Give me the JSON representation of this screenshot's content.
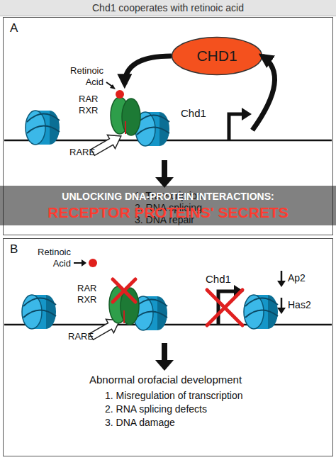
{
  "diagram": {
    "title": "Chd1 cooperates with retinoic acid",
    "nodes": [
      {
        "text": [
          "A"
        ]
      },
      {
        "text": [
          "CHD1"
        ],
        "in": 0
      },
      {
        "text": [
          "RAR",
          "RXR"
        ],
        "in": 0
      },
      {
        "text": [
          "Chd1"
        ],
        "in": 0
      },
      {
        "text": [
          "B"
        ]
      },
      {
        "text": [
          "RAR",
          "RXR"
        ],
        "in": 4
      },
      {
        "text": [
          "Chd1"
        ],
        "in": 4
      }
    ],
    "edges": [
      {
        "from": 1,
        "to": 2,
        "arrow": "to"
      },
      {
        "from": 3,
        "to": 1,
        "arrow": "to"
      }
    ],
    "labels": [
      "Retinoic Acid",
      "RARE",
      "1. Transcription",
      "2. RNA splicing",
      "3. DNA repair",
      "Retinoic Acid",
      "RARE",
      "Ap2",
      "Has2",
      "Abnormal orofacial development",
      "1. Misregulation of transcription",
      "2. RNA splicing defects",
      "3. DNA damage",
      "UNLOCKING DNA-PROTEIN INTERACTIONS:",
      "RECEPTOR PROTEINS' SECRETS"
    ]
  }
}
